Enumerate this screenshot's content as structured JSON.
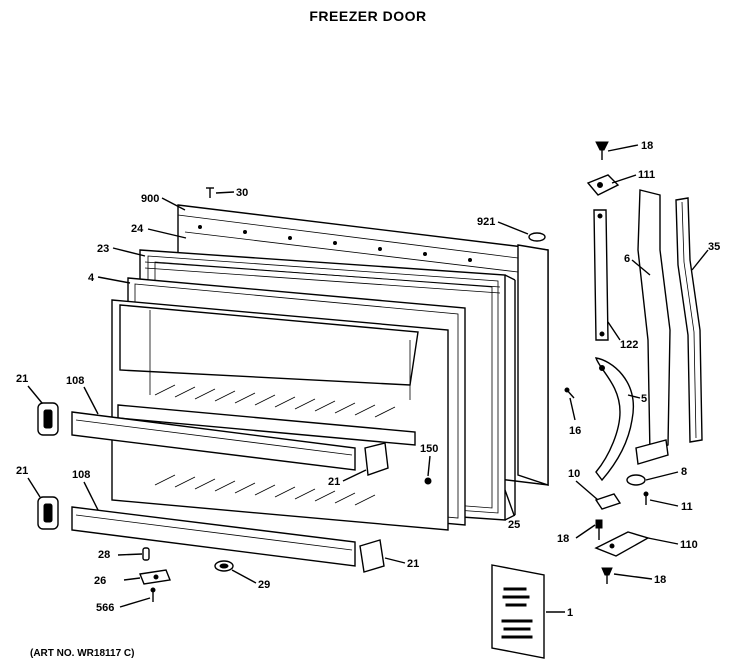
{
  "title": "FREEZER DOOR",
  "art_number": "(ART NO. WR18117 C)",
  "callouts": {
    "c18a": "18",
    "c111": "111",
    "c900": "900",
    "c30": "30",
    "c921": "921",
    "c24": "24",
    "c23": "23",
    "c6": "6",
    "c35": "35",
    "c4": "4",
    "c122": "122",
    "c21a": "21",
    "c108a": "108",
    "c5": "5",
    "c16": "16",
    "c150": "150",
    "c21b": "21",
    "c10": "10",
    "c8": "8",
    "c11": "11",
    "c21c": "21",
    "c108b": "108",
    "c25": "25",
    "c18b": "18",
    "c110": "110",
    "c28": "28",
    "c21d": "21",
    "c26": "26",
    "c29": "29",
    "c18c": "18",
    "c566": "566",
    "c1": "1"
  }
}
